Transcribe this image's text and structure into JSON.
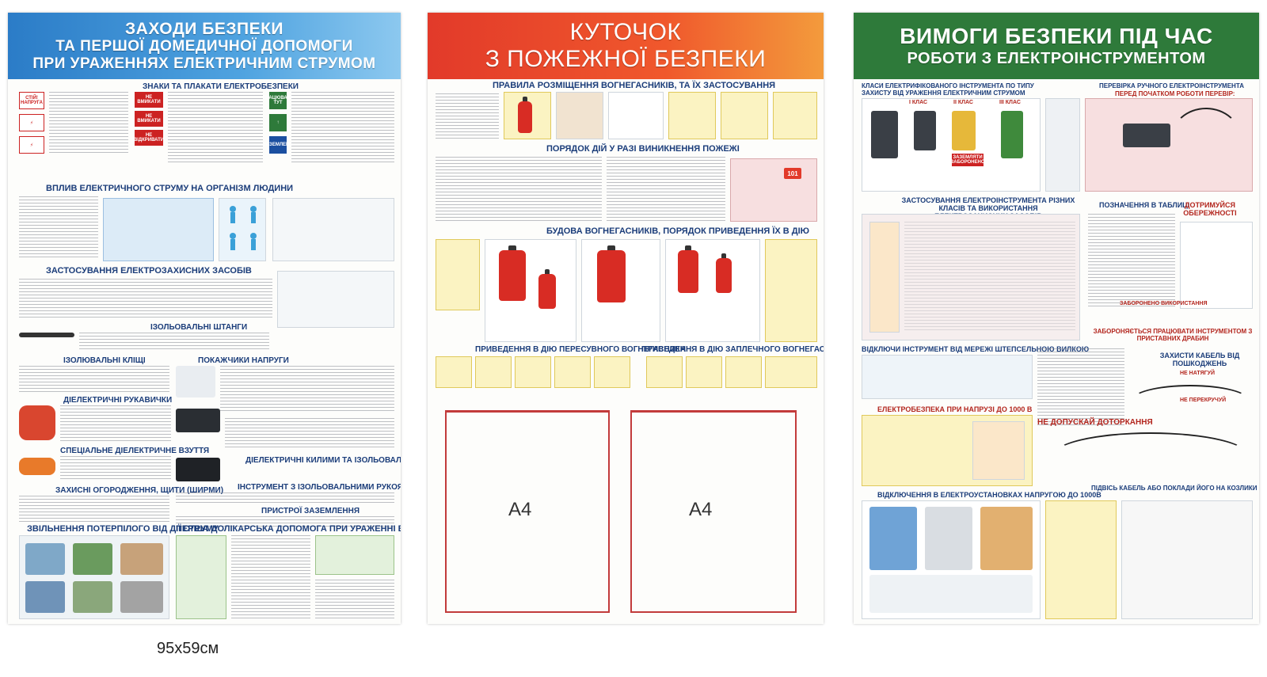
{
  "stand_1": {
    "title_line1": "ЗАХОДИ БЕЗПЕКИ",
    "title_line2": "ТА ПЕРШОЇ ДОМЕДИЧНОЇ ДОПОМОГИ",
    "title_line3": "ПРИ УРАЖЕННЯХ ЕЛЕКТРИЧНИМ СТРУМОМ",
    "h_signs": "ЗНАКИ ТА ПЛАКАТИ ЕЛЕКТРОБЕЗПЕКИ",
    "h_influence": "ВПЛИВ ЕЛЕКТРИЧНОГО СТРУМУ НА ОРГАНІЗМ ЛЮДИНИ",
    "h_protective": "ЗАСТОСУВАННЯ ЕЛЕКТРОЗАХИСНИХ ЗАСОБІВ",
    "h_rods": "ІЗОЛЬОВАЛЬНІ ШТАНГИ",
    "h_clamps": "ІЗОЛЮВАЛЬНІ КЛІЩІ",
    "h_gloves": "ДІЕЛЕКТРИЧНІ РУКАВИЧКИ",
    "h_shoes": "СПЕЦІАЛЬНЕ ДІЕЛЕКТРИЧНЕ ВЗУТТЯ",
    "h_fences": "ЗАХИСНІ ОГОРОДЖЕННЯ, ЩИТИ (ШИРМИ)",
    "h_release": "ЗВІЛЬНЕННЯ ПОТЕРПІЛОГО ВІД ДІЇ СТРУМУ",
    "h_indicators": "ПОКАЖЧИКИ НАПРУГИ",
    "h_mats": "ДІЕЛЕКТРИЧНІ КИЛИМИ ТА ІЗОЛЬОВАЛЬНІ ПІДСТАВКИ",
    "h_tools": "ІНСТРУМЕНТ З ІЗОЛЬОВАЛЬНИМИ РУКОЯТКАМИ",
    "h_grounding": "ПРИСТРОЇ ЗАЗЕМЛЕННЯ",
    "h_first_aid": "ПЕРША ДОЛІКАРСЬКА ДОПОМОГА ПРИ УРАЖЕННІ ЕЛЕКТРОСТРУМОМ",
    "sign_stop": "СТІЙ! НАПРУГА",
    "sign_no_switch": "НЕ ВМИКАТИ",
    "sign_no_open": "НЕ ВІДКРИВАТИ",
    "sign_grounded": "ЗАЗЕМЛЕНО",
    "sign_work_here": "ПРАЦЮВАТИ ТУТ",
    "size": "95x59см"
  },
  "stand_2": {
    "title_line1": "КУТОЧОК",
    "title_line2": "З ПОЖЕЖНОЇ БЕЗПЕКИ",
    "h_placement": "ПРАВИЛА РОЗМІЩЕННЯ ВОГНЕГАСНИКІВ, ТА ЇХ ЗАСТОСУВАННЯ",
    "h_procedure": "ПОРЯДОК ДІЙ У РАЗІ ВИНИКНЕННЯ ПОЖЕЖІ",
    "h_structure": "БУДОВА ВОГНЕГАСНИКІВ, ПОРЯДОК ПРИВЕДЕННЯ ЇХ В ДІЮ",
    "h_portable": "ПРИВЕДЕННЯ В ДІЮ ПЕРЕСУВНОГО ВОГНЕГАСНИКА",
    "h_backpack": "ПРИВЕДЕННЯ В ДІЮ ЗАПЛЕЧНОГО ВОГНЕГАСНИКА",
    "pocket_1": "А4",
    "pocket_2": "А4",
    "phone": "101"
  },
  "stand_3": {
    "title_line1": "ВИМОГИ БЕЗПЕКИ ПІД ЧАС",
    "title_line2": "РОБОТИ З ЕЛЕКТРОІНСТРУМЕНТОМ",
    "h_classes": "КЛАСИ ЕЛЕКТРИФІКОВАНОГО ІНСТРУМЕНТА ПО ТИПУ ЗАХИСТУ ВІД УРАЖЕННЯ ЕЛЕКТРИЧНИМ СТРУМОМ",
    "h_check": "ПЕРЕВІРКА РУЧНОГО ЕЛЕКТРОІНСТРУМЕНТА",
    "h_check_sub": "ПЕРЕД ПОЧАТКОМ РОБОТИ ПЕРЕВІР:",
    "h_use": "ЗАСТОСУВАННЯ ЕЛЕКТРОІНСТРУМЕНТА РІЗНИХ КЛАСІВ ТА ВИКОРИСТАННЯ ЕЛЕКТРОЗАХИСНИХ ЗАСОБІВ",
    "h_table": "ПОЗНАЧЕННЯ В ТАБЛИЦІ",
    "h_care": "ДОТРИМУЙСЯ ОБЕРЕЖНОСТІ",
    "h_unplug": "ВІДКЛЮЧИ ІНСТРУМЕНТ ВІД МЕРЕЖІ ШТЕПСЕЛЬНОЮ ВИЛКОЮ",
    "h_protect_cable": "ЗАХИСТИ КАБЕЛЬ ВІД ПОШКОДЖЕНЬ",
    "h_no_tension": "НЕ НАТЯГУЙ",
    "h_no_twist": "НЕ ПЕРЕКРУЧУЙ",
    "h_no_touch": "НЕ ДОПУСКАЙ ДОТОРКАННЯ",
    "h_hang": "ПІДВІСЬ КАБЕЛЬ АБО ПОКЛАДИ ЙОГО НА КОЗЛИКИ",
    "h_safety_1000": "ЕЛЕКТРОБЕЗПЕКА ПРИ НАПРУЗІ ДО 1000 В",
    "h_disconnect": "ВІДКЛЮЧЕННЯ В ЕЛЕКТРОУСТАНОВКАХ НАПРУГОЮ ДО 1000В",
    "class_1": "I КЛАС",
    "class_2": "II КЛАС",
    "class_3": "III КЛАС",
    "grounded_label": "ЗАЗЕМЛЯТИ ЗАБОРОНЕНО",
    "forbidden": "ЗАБОРОНЕНО ВИКОРИСТАННЯ",
    "ladder": "ЗАБОРОНЯЄТЬСЯ ПРАЦЮВАТИ ІНСТРУМЕНТОМ З ПРИСТАВНИХ ДРАБИН"
  },
  "colors": {
    "blue_banner": "#2b7cc7",
    "red_banner": "#e23a2a",
    "green_banner": "#2e7a3a",
    "pocket_border": "#c23b3b"
  }
}
